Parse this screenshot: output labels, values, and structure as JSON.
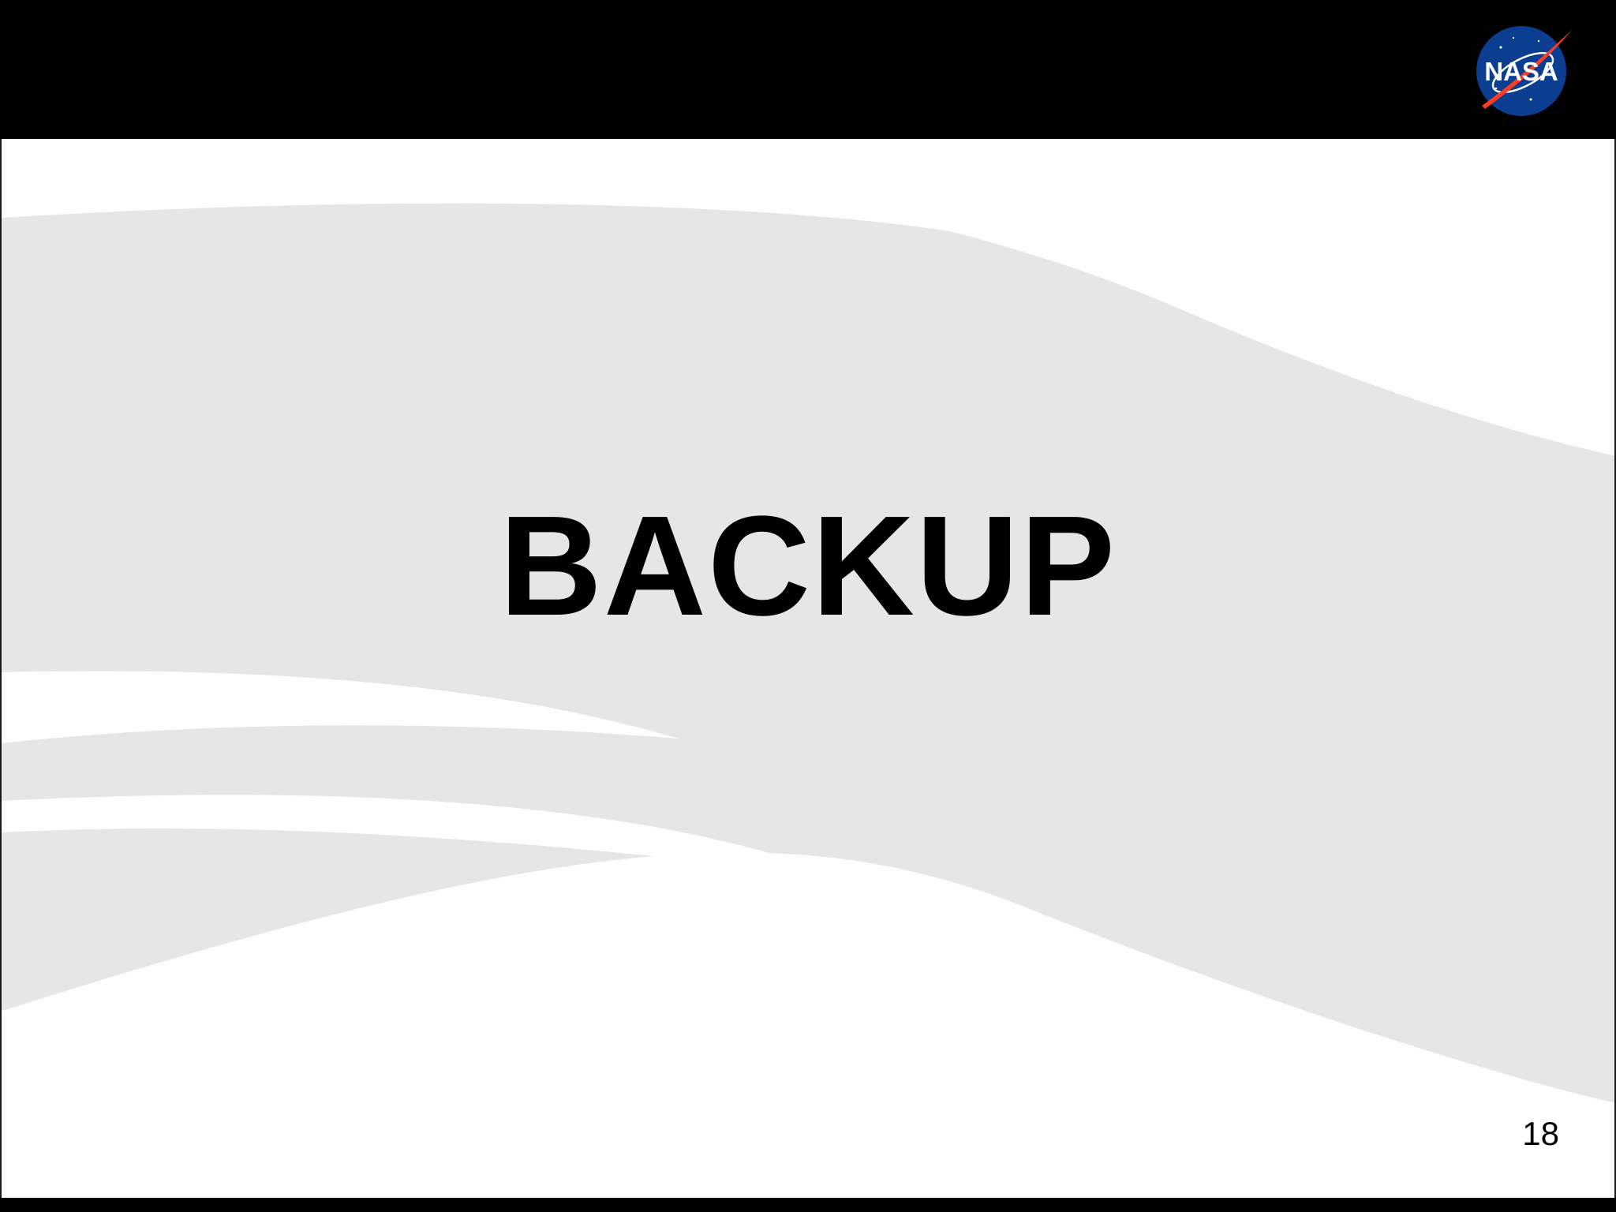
{
  "slide": {
    "title": "BACKUP",
    "page_number": "18"
  },
  "logo": {
    "icon": "nasa-meatball-icon",
    "text": "NASA"
  },
  "colors": {
    "header_band": "#000000",
    "background": "#ffffff",
    "swoosh": "#e6e6e7",
    "logo_blue": "#0b3d91",
    "logo_red": "#fc3d21",
    "text": "#000000"
  }
}
